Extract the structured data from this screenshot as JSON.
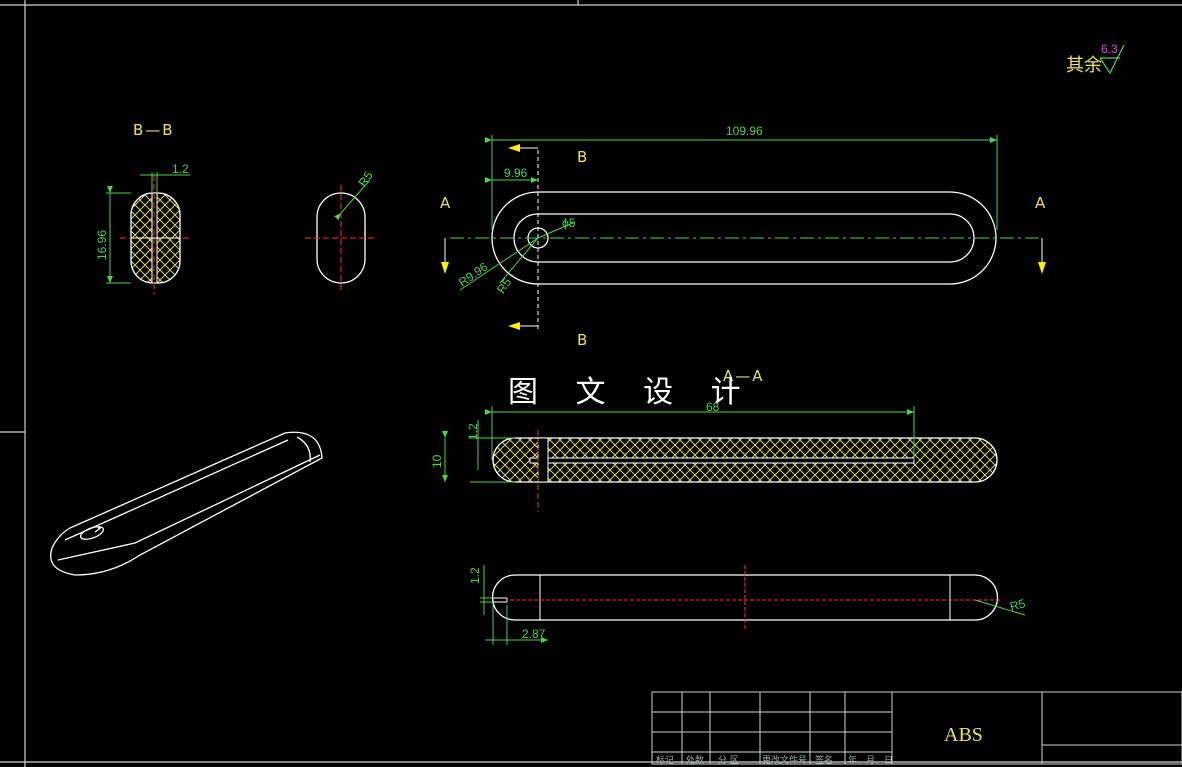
{
  "watermark": "图 文 设 计",
  "section_labels": {
    "bb": "B—B",
    "aa": "A—A",
    "a_left": "A",
    "a_right": "A",
    "b_top": "B",
    "b_bottom": "B"
  },
  "dimensions": {
    "bb_width": "1.2",
    "bb_height": "16.96",
    "side_radius": "R5",
    "overall_length": "109.96",
    "end_offset": "9.96",
    "hole_dia": "ϕ5",
    "r_outer": "R9.96",
    "r_inner": "R5",
    "aa_length": "68",
    "aa_slot": "1.2",
    "aa_height": "10",
    "bottom_slot": "1.2",
    "bottom_offset": "2.87",
    "bottom_radius": "R5"
  },
  "roughness": {
    "label": "其余",
    "value": "6.3"
  },
  "title_block": {
    "material": "ABS",
    "bottom_labels": [
      "标记",
      "处数",
      "分 区",
      "更改文件号",
      "签名",
      "年、月、日"
    ]
  },
  "colors": {
    "background": "#000000",
    "outline": "#ffffff",
    "dimension": "#4dd24d",
    "centerline": "#ff3030",
    "hatch": "#d8d860",
    "section_text": "#e8e35a",
    "frame": "#cfcfcf"
  }
}
